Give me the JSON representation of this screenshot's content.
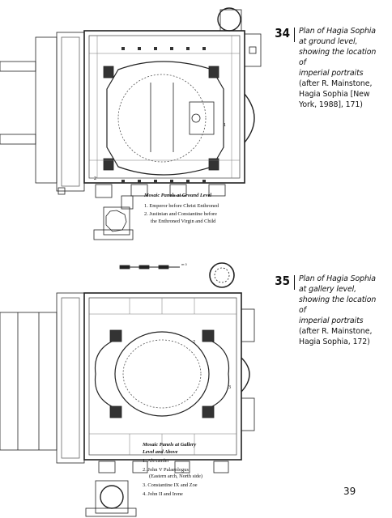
{
  "figures": [
    {
      "number": "34",
      "caption_italic": [
        "Plan of Hagia Sophia",
        "at ground level,",
        "showing the location of",
        "imperial portraits"
      ],
      "caption_plain": [
        "(after R. Mainstone,",
        "Hagia Sophia [New",
        "York, 1988], 171)"
      ],
      "legend_title": "Mosaic Panels at Ground Level",
      "legend_items": [
        "1. Emperor before Christ Enthroned",
        "2. Justinian and Constantine before",
        "the Enthroned Virgin and Child"
      ],
      "plan_labels": [
        "1",
        "2"
      ]
    },
    {
      "number": "35",
      "caption_italic": [
        "Plan of Hagia Sophia",
        "at gallery level,",
        "showing the location of",
        "imperial portraits"
      ],
      "caption_plain": [
        "(after R. Mainstone,",
        "Hagia Sophia, 172)"
      ],
      "legend_title": [
        "Mosaic Panels at Gallery",
        "Level and Above"
      ],
      "legend_items": [
        "1. Alexander",
        "2. John V Palaeologus",
        "(Eastern arch, North side)",
        "3. Constantine IX and Zoe",
        "4. John II and Irene"
      ],
      "plan_labels": [
        "2",
        "3"
      ]
    }
  ],
  "scale_bar": {
    "text": "m 0"
  },
  "page_number": "39"
}
